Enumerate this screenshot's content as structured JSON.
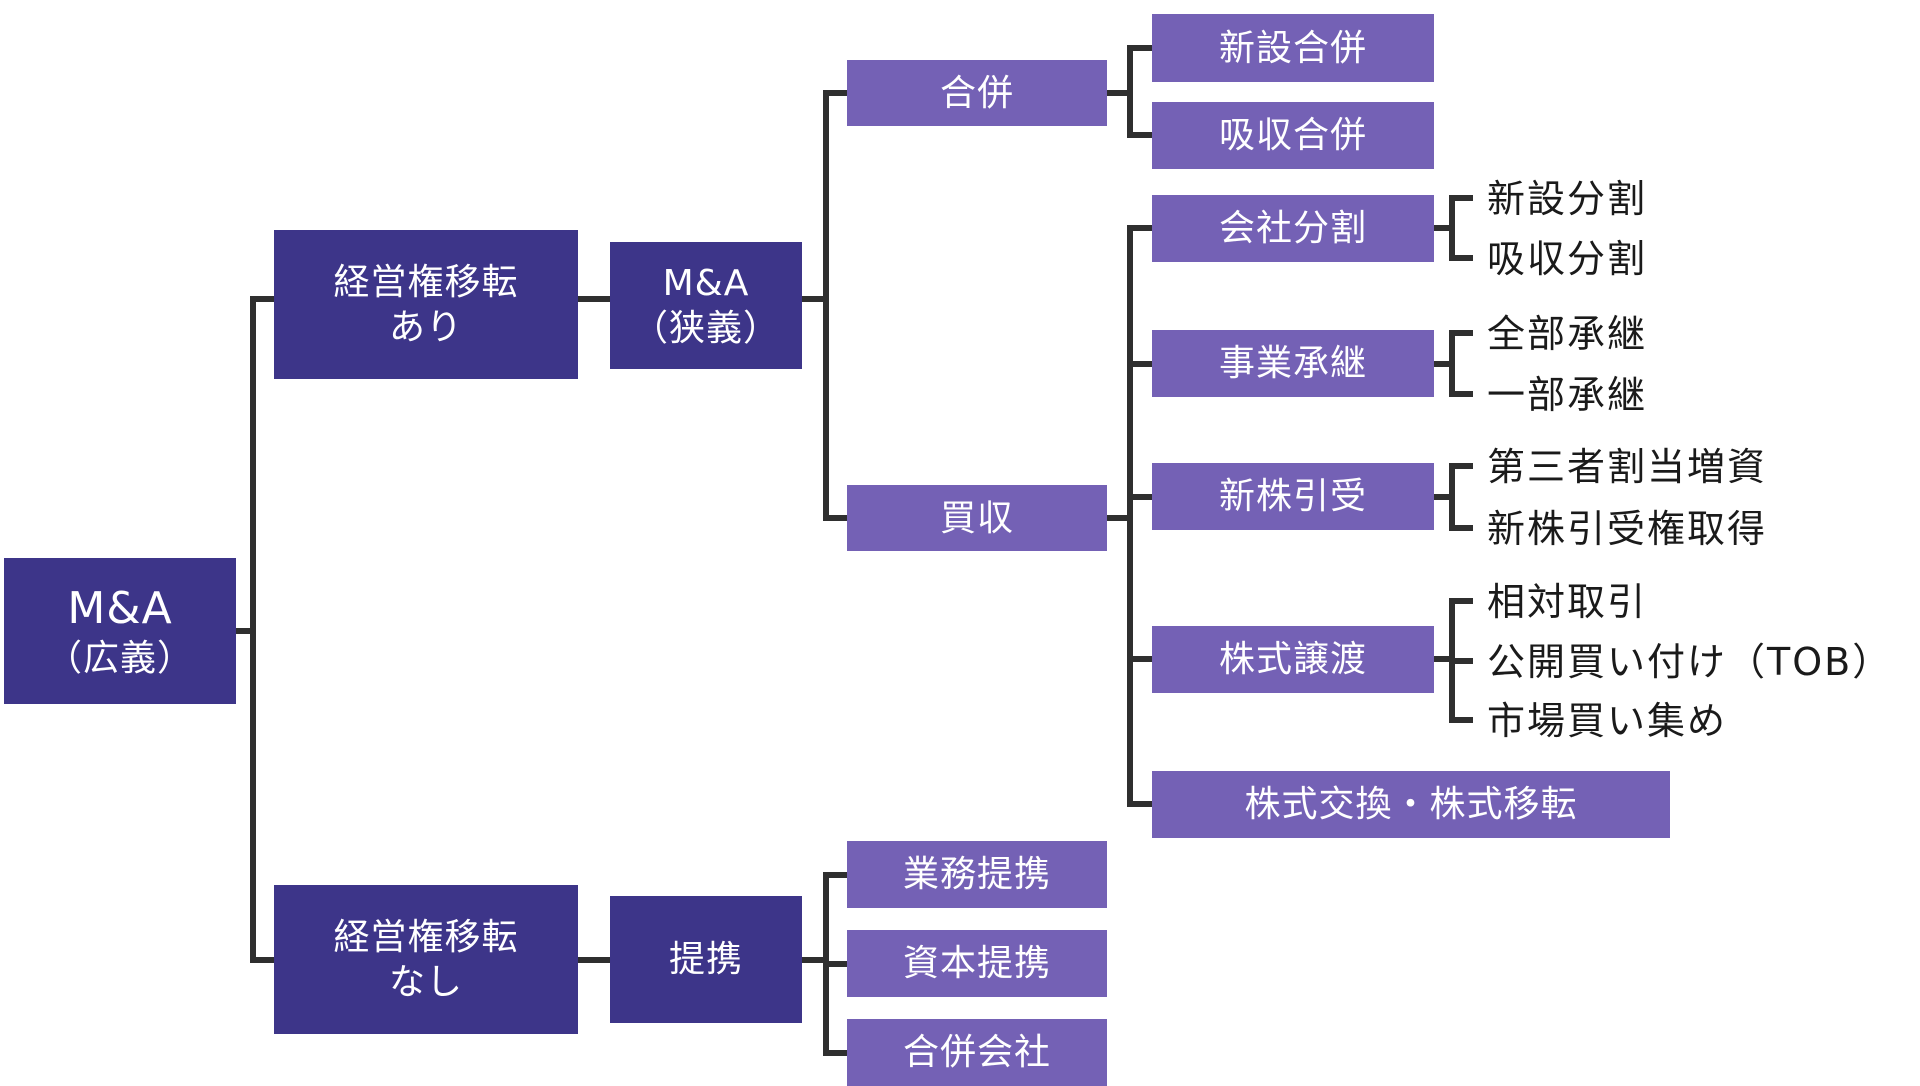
{
  "diagram": {
    "root": {
      "lines": [
        "M&A",
        "（広義）"
      ]
    },
    "level1": [
      {
        "lines": [
          "経営権移転",
          "あり"
        ]
      },
      {
        "lines": [
          "経営権移転",
          "なし"
        ]
      }
    ],
    "level2": [
      {
        "lines": [
          "M&A",
          "（狭義）"
        ]
      },
      {
        "lines": [
          "提携"
        ]
      }
    ],
    "level3": {
      "merger": "合併",
      "acquisition": "買収",
      "alliances": [
        "業務提携",
        "資本提携",
        "合併会社"
      ]
    },
    "merger_types": [
      "新設合併",
      "吸収合併"
    ],
    "acquisition_methods": [
      {
        "label": "会社分割",
        "subtypes": [
          "新設分割",
          "吸収分割"
        ]
      },
      {
        "label": "事業承継",
        "subtypes": [
          "全部承継",
          "一部承継"
        ]
      },
      {
        "label": "新株引受",
        "subtypes": [
          "第三者割当増資",
          "新株引受権取得"
        ]
      },
      {
        "label": "株式譲渡",
        "subtypes": [
          "相対取引",
          "公開買い付け（TOB）",
          "市場買い集め"
        ]
      },
      {
        "label": "株式交換・株式移転",
        "subtypes": []
      }
    ],
    "colors": {
      "dark_box": "#3d3589",
      "light_box": "#7461b5",
      "connector": "#2f2f2f",
      "box_text": "#ffffff",
      "leaf_text": "#1a1a1a"
    }
  }
}
